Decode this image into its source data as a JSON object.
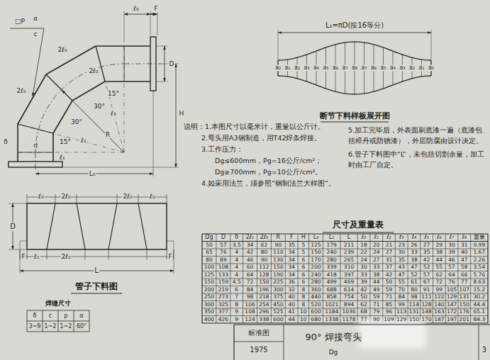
{
  "diagram": {
    "labels": [
      "□P",
      "α",
      "c",
      "ℓ₀",
      "F",
      "D",
      "2ℓ₀",
      "2ℓ₀",
      "2ℓ₀",
      "R",
      "30°",
      "30°",
      "15°",
      "15°",
      "ℓ₁",
      "ℓ₂",
      "ℓ₃",
      "d",
      "H",
      "L₀",
      "δ",
      "L₁=πD(按16等分)",
      "a₀",
      "a₁",
      "a₂",
      "a₃",
      "a₄",
      "a₅",
      "a₆",
      "a₇",
      "a₈",
      "a₇",
      "a₆",
      "a₅",
      "a₄",
      "a₃",
      "a₂",
      "a₁",
      "a₀",
      "断节下料样板展开图",
      "说明：1.本图尺寸以毫米计，重量以公斤计。",
      "2.弯头用A3钢制造，用T42焊条焊接。",
      "3.工作压力：",
      "Dg≤600mm，Pg=16公斤/cm²；",
      "Dg≥700mm，Pg=10公斤/cm²。",
      "4.如采用法兰，须参照“钢制法兰大样图”。",
      "5.加工完毕后，外表面刷底漆一遍（底漆包括樟丹或防锈漆），外层防腐由设计决定。",
      "6.管子下料图中“L”，未包括切割余量，加工时由工厂自定。",
      "ℓ₀",
      "2ℓ₀",
      "2ℓ₀",
      "ℓ₀",
      "F",
      "ℓ₁",
      "2ℓ₀",
      "F",
      "L",
      "D",
      "管子下料图",
      "焊缝尺寸",
      "尺寸及重量表",
      "标准图",
      "1975",
      "90° 焊接弯头",
      "Dg",
      "3",
      "δ",
      "c",
      "p",
      "α",
      "3~9",
      "1~2",
      "1~2",
      "60°",
      "Dg",
      "D",
      "δ",
      "2ℓ₁",
      "2ℓ₀",
      "R",
      "F",
      "H",
      "L₀",
      "L₁",
      "L",
      "ℓ₀",
      "ℓ₁",
      "ℓ₂",
      "ℓ₃",
      "ℓ₄",
      "ℓ₅",
      "ℓ₆",
      "ℓ₇",
      "ℓ₈",
      "重量",
      "50",
      "57",
      "3.5",
      "34",
      "62",
      "90",
      "35",
      "5",
      "125",
      "179",
      "211",
      "18",
      "20",
      "21",
      "23",
      "26",
      "27",
      "29",
      "30",
      "31",
      "0.99",
      "65",
      "76",
      "4",
      "42",
      "80",
      "110",
      "34",
      "5",
      "150",
      "240",
      "239",
      "22",
      "24",
      "27",
      "30",
      "33",
      "35",
      "38",
      "39",
      "40",
      "1.67",
      "80",
      "89",
      "4",
      "46",
      "90",
      "130",
      "34",
      "6",
      "170",
      "280",
      "265",
      "24",
      "27",
      "31",
      "35",
      "38",
      "42",
      "44",
      "46",
      "47",
      "2.26",
      "100",
      "108",
      "4",
      "60",
      "112",
      "150",
      "34",
      "6",
      "200",
      "339",
      "310",
      "30",
      "33",
      "37",
      "43",
      "47",
      "52",
      "55",
      "57",
      "58",
      "3.54",
      "125",
      "133",
      "4",
      "64",
      "128",
      "190",
      "34",
      "6",
      "240",
      "418",
      "397",
      "33",
      "38",
      "42",
      "47",
      "52",
      "57",
      "62",
      "64",
      "66",
      "5.76",
      "150",
      "159",
      "4.5",
      "72",
      "150",
      "225",
      "36",
      "6",
      "280",
      "499",
      "469",
      "39",
      "44",
      "50",
      "55",
      "61",
      "67",
      "72",
      "76",
      "77",
      "8.63",
      "200",
      "219",
      "6",
      "84",
      "196",
      "300",
      "32",
      "8",
      "360",
      "688",
      "614",
      "42",
      "49",
      "59",
      "70",
      "80",
      "91",
      "99",
      "105",
      "107",
      "15.2",
      "250",
      "273",
      "7",
      "98",
      "218",
      "375",
      "40",
      "8",
      "440",
      "858",
      "754",
      "50",
      "59",
      "71",
      "84",
      "98",
      "111",
      "122",
      "129",
      "131",
      "30.2",
      "300",
      "325",
      "8",
      "106",
      "254",
      "450",
      "40",
      "8",
      "520",
      "1021",
      "894",
      "62",
      "71",
      "85",
      "99",
      "114",
      "128",
      "140",
      "147",
      "150",
      "44.4",
      "350",
      "377",
      "9",
      "108",
      "296",
      "525",
      "41",
      "10",
      "600",
      "1184",
      "1036",
      "68",
      "79",
      "96",
      "113",
      "131",
      "148",
      "163",
      "172",
      "176",
      "65.1",
      "400",
      "426",
      "9",
      "124",
      "338",
      "600",
      "44",
      "10",
      "680",
      "1338",
      "1178",
      "77",
      "90",
      "109",
      "129",
      "150",
      "170",
      "187",
      "197",
      "201",
      "84.3"
    ]
  }
}
